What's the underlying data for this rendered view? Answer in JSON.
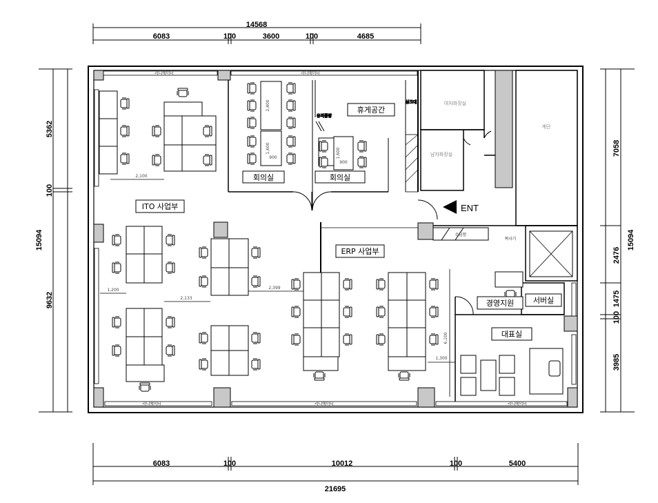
{
  "dimensions": {
    "top_total": "14568",
    "top_segments": [
      "6083",
      "100",
      "3600",
      "100",
      "4685"
    ],
    "bottom_total": "21695",
    "bottom_segments": [
      "6083",
      "100",
      "10012",
      "100",
      "5400"
    ],
    "left_total": "15094",
    "left_segments": [
      "5362",
      "100",
      "9632"
    ],
    "right_total": "15094",
    "right_segments": [
      "7058",
      "2476",
      "1475",
      "100",
      "3985"
    ],
    "inner": [
      "2,100",
      "1,200",
      "2,133",
      "2,399",
      "6,100",
      "1,300",
      "2,400",
      "1,600",
      "900",
      "1,600",
      "900"
    ]
  },
  "rooms": {
    "ito": "ITO 사업부",
    "meeting_1": "회의실",
    "meeting_2": "회의실",
    "lounge": "휴게공간",
    "erp": "ERP 사업부",
    "management": "경영지원",
    "server": "서버실",
    "ceo": "대표실",
    "womens_restroom": "여자화장실",
    "mens_restroom": "남자화장실",
    "stairs": "계단"
  },
  "entrance": "ENT",
  "small_labels": {
    "radiator": "라디에이터",
    "sink": "싱크대",
    "glass_partition": "유리통탕",
    "copier": "복사기",
    "storage": "수납장"
  }
}
